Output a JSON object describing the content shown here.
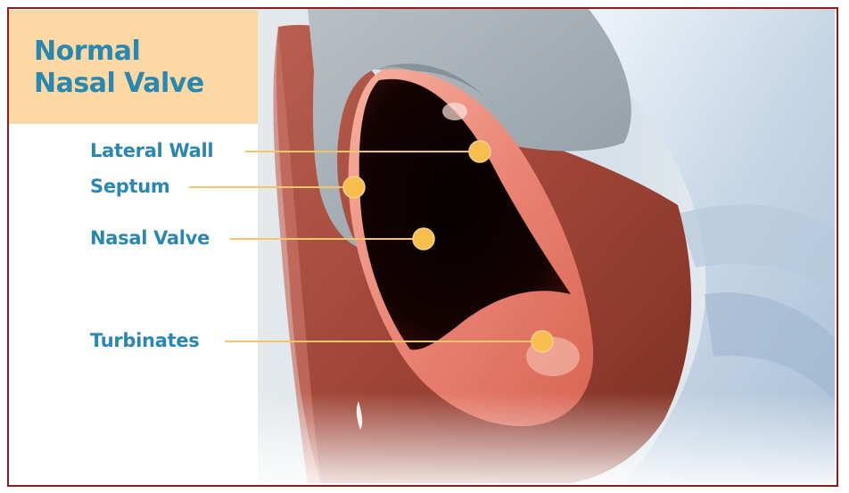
{
  "title": {
    "line1": "Normal",
    "line2": "Nasal Valve"
  },
  "colors": {
    "title_box": "#fbd8a4",
    "label_text": "#2a87b0",
    "marker": "#f7be4f",
    "leader": "#f2c56a",
    "border": "#8f1d1d"
  },
  "labels": [
    {
      "id": "lateral-wall",
      "text": "Lateral Wall"
    },
    {
      "id": "septum",
      "text": "Septum"
    },
    {
      "id": "nasal-valve",
      "text": "Nasal Valve"
    },
    {
      "id": "turbinates",
      "text": "Turbinates"
    }
  ]
}
